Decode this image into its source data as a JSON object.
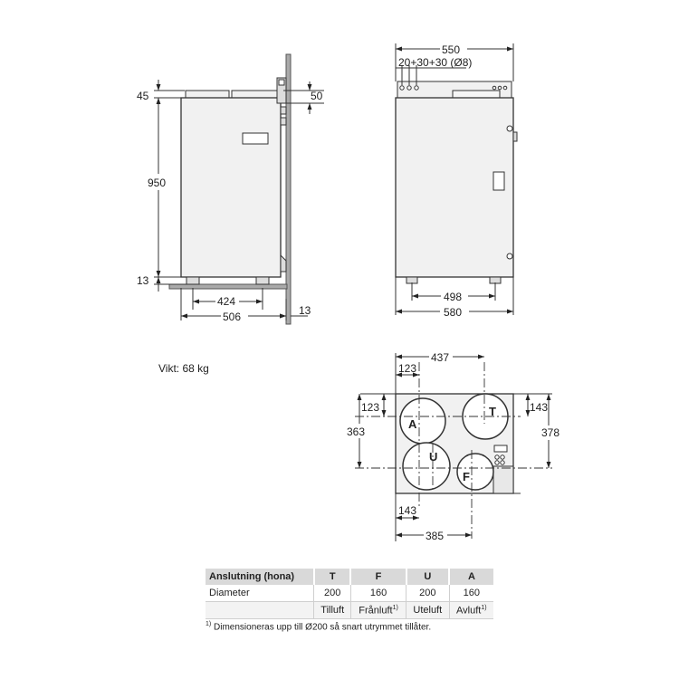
{
  "side_view": {
    "dim_top_left": "45",
    "dim_top_right": "50",
    "dim_height": "950",
    "dim_bottom": "13",
    "dim_feet": "424",
    "dim_depth": "506",
    "dim_wall": "13"
  },
  "front_view": {
    "dim_width_top": "550",
    "dim_spigots": "20+30+30 (Ø8)",
    "dim_feet": "498",
    "dim_width": "580"
  },
  "top_view": {
    "dim_437": "437",
    "dim_123_h": "123",
    "dim_123_v": "123",
    "dim_143_v": "143",
    "dim_363": "363",
    "dim_378": "378",
    "dim_143_h": "143",
    "dim_385": "385",
    "label_a": "A",
    "label_t": "T",
    "label_u": "U",
    "label_f": "F"
  },
  "weight": "Vikt: 68 kg",
  "table": {
    "headers": [
      "Anslutning (hona)",
      "T",
      "F",
      "U",
      "A"
    ],
    "row_label": "Diameter",
    "diameters": [
      "200",
      "160",
      "200",
      "160"
    ],
    "names": [
      "Tilluft",
      "Frånluft",
      "Uteluft",
      "Avluft"
    ],
    "footnote_mark": "1)"
  },
  "footnote": {
    "mark": "1)",
    "text": "Dimensioneras upp till Ø200 så snart utrymmet tillåter."
  }
}
